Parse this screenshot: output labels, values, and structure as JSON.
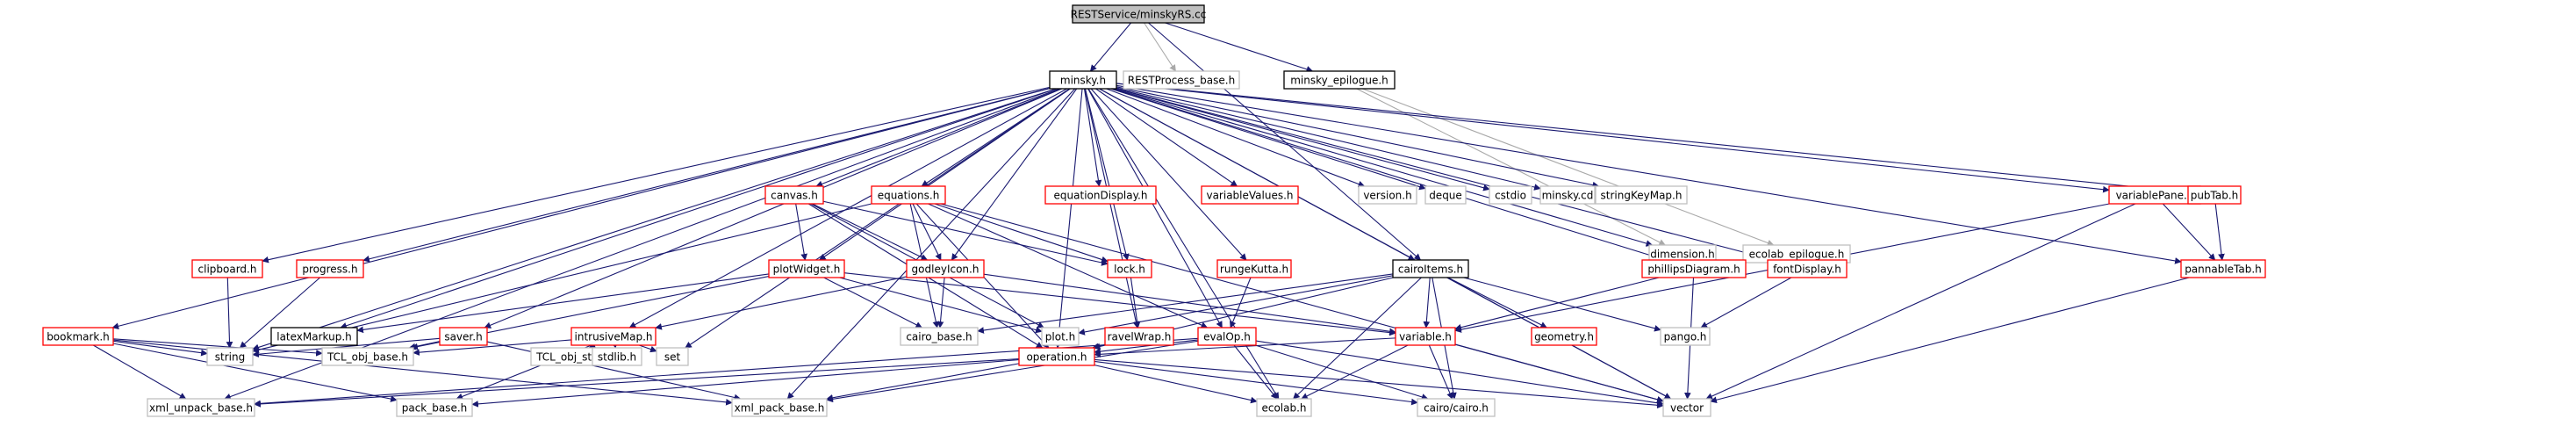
{
  "graph": {
    "colors": {
      "root_fill": "#bfbfbf",
      "documented_border": "#000000",
      "undocumented_border": "#ff0000",
      "external_border": "#bfbfbf",
      "edge_main": "#191970",
      "edge_light": "#a9a9a9"
    },
    "nodes": [
      {
        "id": "root",
        "label": "RESTService/minskyRS.cc",
        "kind": "root"
      },
      {
        "id": "minsky_h",
        "label": "minsky.h",
        "kind": "doc"
      },
      {
        "id": "restprocess",
        "label": "RESTProcess_base.h",
        "kind": "ext"
      },
      {
        "id": "minsky_epilogue",
        "label": "minsky_epilogue.h",
        "kind": "doc"
      },
      {
        "id": "canvas",
        "label": "canvas.h",
        "kind": "red"
      },
      {
        "id": "equations",
        "label": "equations.h",
        "kind": "red"
      },
      {
        "id": "equationDisplay",
        "label": "equationDisplay.h",
        "kind": "red"
      },
      {
        "id": "variableValues",
        "label": "variableValues.h",
        "kind": "red"
      },
      {
        "id": "version",
        "label": "version.h",
        "kind": "ext"
      },
      {
        "id": "deque",
        "label": "deque",
        "kind": "ext"
      },
      {
        "id": "cstdio",
        "label": "cstdio",
        "kind": "ext"
      },
      {
        "id": "minskycd",
        "label": "minsky.cd",
        "kind": "ext"
      },
      {
        "id": "stringKeyMap",
        "label": "stringKeyMap.h",
        "kind": "ext"
      },
      {
        "id": "variablePane",
        "label": "variablePane.h",
        "kind": "red"
      },
      {
        "id": "pubTab",
        "label": "pubTab.h",
        "kind": "red"
      },
      {
        "id": "dimension",
        "label": "dimension.h",
        "kind": "ext"
      },
      {
        "id": "ecolab_epilogue",
        "label": "ecolab_epilogue.h",
        "kind": "ext"
      },
      {
        "id": "clipboard",
        "label": "clipboard.h",
        "kind": "red"
      },
      {
        "id": "progress",
        "label": "progress.h",
        "kind": "red"
      },
      {
        "id": "plotWidget",
        "label": "plotWidget.h",
        "kind": "red"
      },
      {
        "id": "godleyIcon",
        "label": "godleyIcon.h",
        "kind": "red"
      },
      {
        "id": "lock",
        "label": "lock.h",
        "kind": "red"
      },
      {
        "id": "rungeKutta",
        "label": "rungeKutta.h",
        "kind": "red"
      },
      {
        "id": "cairoItems",
        "label": "cairoItems.h",
        "kind": "doc"
      },
      {
        "id": "phillipsDiagram",
        "label": "phillipsDiagram.h",
        "kind": "red"
      },
      {
        "id": "fontDisplay",
        "label": "fontDisplay.h",
        "kind": "red"
      },
      {
        "id": "pannableTab",
        "label": "pannableTab.h",
        "kind": "red"
      },
      {
        "id": "bookmark",
        "label": "bookmark.h",
        "kind": "red"
      },
      {
        "id": "latexMarkup",
        "label": "latexMarkup.h",
        "kind": "doc"
      },
      {
        "id": "saver",
        "label": "saver.h",
        "kind": "red"
      },
      {
        "id": "intrusiveMap",
        "label": "intrusiveMap.h",
        "kind": "red"
      },
      {
        "id": "cairo_base",
        "label": "cairo_base.h",
        "kind": "ext"
      },
      {
        "id": "plot",
        "label": "plot.h",
        "kind": "ext"
      },
      {
        "id": "ravelWrap",
        "label": "ravelWrap.h",
        "kind": "red"
      },
      {
        "id": "evalOp",
        "label": "evalOp.h",
        "kind": "red"
      },
      {
        "id": "variable",
        "label": "variable.h",
        "kind": "red"
      },
      {
        "id": "geometry",
        "label": "geometry.h",
        "kind": "red"
      },
      {
        "id": "pango",
        "label": "pango.h",
        "kind": "ext"
      },
      {
        "id": "string",
        "label": "string",
        "kind": "ext"
      },
      {
        "id": "TCL_obj_base",
        "label": "TCL_obj_base.h",
        "kind": "ext"
      },
      {
        "id": "TCL_obj_stl",
        "label": "TCL_obj_stl.h",
        "kind": "ext"
      },
      {
        "id": "stdlib",
        "label": "stdlib.h",
        "kind": "ext"
      },
      {
        "id": "set",
        "label": "set",
        "kind": "ext"
      },
      {
        "id": "operation",
        "label": "operation.h",
        "kind": "red"
      },
      {
        "id": "xml_unpack_base",
        "label": "xml_unpack_base.h",
        "kind": "ext"
      },
      {
        "id": "pack_base",
        "label": "pack_base.h",
        "kind": "ext"
      },
      {
        "id": "xml_pack_base",
        "label": "xml_pack_base.h",
        "kind": "ext"
      },
      {
        "id": "ecolab",
        "label": "ecolab.h",
        "kind": "ext"
      },
      {
        "id": "cairo_cairo",
        "label": "cairo/cairo.h",
        "kind": "ext"
      },
      {
        "id": "vector",
        "label": "vector",
        "kind": "ext"
      }
    ],
    "edges": [
      [
        "root",
        "minsky_h"
      ],
      [
        "root",
        "restprocess"
      ],
      [
        "root",
        "minsky_epilogue"
      ],
      [
        "root",
        "cairoItems"
      ],
      [
        "minsky_epilogue",
        "dimension"
      ],
      [
        "minsky_epilogue",
        "ecolab_epilogue"
      ],
      [
        "minsky_h",
        "canvas"
      ],
      [
        "minsky_h",
        "equations"
      ],
      [
        "minsky_h",
        "equationDisplay"
      ],
      [
        "minsky_h",
        "variableValues"
      ],
      [
        "minsky_h",
        "version"
      ],
      [
        "minsky_h",
        "deque"
      ],
      [
        "minsky_h",
        "cstdio"
      ],
      [
        "minsky_h",
        "minskycd"
      ],
      [
        "minsky_h",
        "stringKeyMap"
      ],
      [
        "minsky_h",
        "variablePane"
      ],
      [
        "minsky_h",
        "pubTab"
      ],
      [
        "minsky_h",
        "dimension"
      ],
      [
        "minsky_h",
        "clipboard"
      ],
      [
        "minsky_h",
        "progress"
      ],
      [
        "minsky_h",
        "plotWidget"
      ],
      [
        "minsky_h",
        "godleyIcon"
      ],
      [
        "minsky_h",
        "lock"
      ],
      [
        "minsky_h",
        "rungeKutta"
      ],
      [
        "minsky_h",
        "cairoItems"
      ],
      [
        "minsky_h",
        "phillipsDiagram"
      ],
      [
        "minsky_h",
        "fontDisplay"
      ],
      [
        "minsky_h",
        "pannableTab"
      ],
      [
        "minsky_h",
        "bookmark"
      ],
      [
        "minsky_h",
        "latexMarkup"
      ],
      [
        "minsky_h",
        "saver"
      ],
      [
        "minsky_h",
        "intrusiveMap"
      ],
      [
        "minsky_h",
        "ravelWrap"
      ],
      [
        "minsky_h",
        "evalOp"
      ],
      [
        "minsky_h",
        "operation"
      ],
      [
        "minsky_h",
        "string"
      ],
      [
        "minsky_h",
        "set"
      ],
      [
        "minsky_h",
        "xml_unpack_base"
      ],
      [
        "minsky_h",
        "xml_pack_base"
      ],
      [
        "minsky_h",
        "ecolab"
      ],
      [
        "minsky_h",
        "vector"
      ],
      [
        "canvas",
        "plotWidget"
      ],
      [
        "canvas",
        "godleyIcon"
      ],
      [
        "canvas",
        "lock"
      ],
      [
        "canvas",
        "operation"
      ],
      [
        "canvas",
        "plot"
      ],
      [
        "equations",
        "godleyIcon"
      ],
      [
        "equations",
        "lock"
      ],
      [
        "equations",
        "evalOp"
      ],
      [
        "equations",
        "operation"
      ],
      [
        "equations",
        "string"
      ],
      [
        "equations",
        "vector"
      ],
      [
        "equations",
        "cairo_base"
      ],
      [
        "variablePane",
        "pannableTab"
      ],
      [
        "variablePane",
        "variable"
      ],
      [
        "variablePane",
        "vector"
      ],
      [
        "pubTab",
        "pannableTab"
      ],
      [
        "pannableTab",
        "vector"
      ],
      [
        "clipboard",
        "string"
      ],
      [
        "progress",
        "string"
      ],
      [
        "plotWidget",
        "latexMarkup"
      ],
      [
        "plotWidget",
        "cairo_base"
      ],
      [
        "plotWidget",
        "plot"
      ],
      [
        "plotWidget",
        "variable"
      ],
      [
        "plotWidget",
        "TCL_obj_base"
      ],
      [
        "godleyIcon",
        "cairo_base"
      ],
      [
        "godleyIcon",
        "intrusiveMap"
      ],
      [
        "godleyIcon",
        "variable"
      ],
      [
        "lock",
        "ravelWrap"
      ],
      [
        "rungeKutta",
        "evalOp"
      ],
      [
        "cairoItems",
        "cairo_base"
      ],
      [
        "cairoItems",
        "plot"
      ],
      [
        "cairoItems",
        "variable"
      ],
      [
        "cairoItems",
        "geometry"
      ],
      [
        "cairoItems",
        "pango"
      ],
      [
        "cairoItems",
        "operation"
      ],
      [
        "cairoItems",
        "cairo_cairo"
      ],
      [
        "cairoItems",
        "vector"
      ],
      [
        "cairoItems",
        "ecolab"
      ],
      [
        "phillipsDiagram",
        "variable"
      ],
      [
        "phillipsDiagram",
        "vector"
      ],
      [
        "fontDisplay",
        "pango"
      ],
      [
        "bookmark",
        "string"
      ],
      [
        "bookmark",
        "TCL_obj_base"
      ],
      [
        "bookmark",
        "xml_unpack_base"
      ],
      [
        "bookmark",
        "pack_base"
      ],
      [
        "bookmark",
        "xml_pack_base"
      ],
      [
        "saver",
        "string"
      ],
      [
        "saver",
        "TCL_obj_base"
      ],
      [
        "saver",
        "xml_pack_base"
      ],
      [
        "intrusiveMap",
        "TCL_obj_base"
      ],
      [
        "intrusiveMap",
        "TCL_obj_stl"
      ],
      [
        "intrusiveMap",
        "stdlib"
      ],
      [
        "intrusiveMap",
        "set"
      ],
      [
        "intrusiveMap",
        "pack_base"
      ],
      [
        "ravelWrap",
        "operation"
      ],
      [
        "evalOp",
        "operation"
      ],
      [
        "evalOp",
        "ecolab"
      ],
      [
        "evalOp",
        "xml_unpack_base"
      ],
      [
        "evalOp",
        "xml_pack_base"
      ],
      [
        "evalOp",
        "cairo_cairo"
      ],
      [
        "evalOp",
        "vector"
      ],
      [
        "variable",
        "ecolab"
      ],
      [
        "variable",
        "cairo_cairo"
      ],
      [
        "variable",
        "vector"
      ],
      [
        "variable",
        "operation"
      ],
      [
        "operation",
        "xml_unpack_base"
      ],
      [
        "operation",
        "pack_base"
      ],
      [
        "operation",
        "xml_pack_base"
      ],
      [
        "operation",
        "ecolab"
      ],
      [
        "operation",
        "cairo_cairo"
      ],
      [
        "operation",
        "vector"
      ]
    ]
  }
}
